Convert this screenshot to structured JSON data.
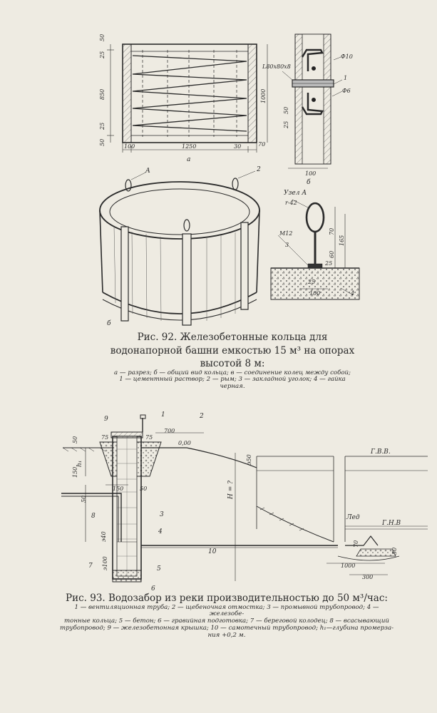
{
  "fig92": {
    "caption_title": "Рис. 92. Железобетонные кольца для водонапорной башни емкостью 15 м³ на опорах высотой 8 м:",
    "legend_lines": [
      "а — разрез; б — общий вид кольца; в — соединение колец между собой;",
      "1 — цементный раствор; 2 — рым; 3 — закладной уголок; 4 — гайка",
      "черная."
    ],
    "labels": {
      "sub_a": "а",
      "sub_b": "б",
      "sub_v": "б",
      "callout_A": "А",
      "callout_2": "2",
      "uzel": "Узел А",
      "angle": "L80x80x8",
      "d10": "Ф10",
      "d6": "Ф6",
      "n1": "1",
      "r42": "r-42",
      "m12": "M12",
      "n3": "3",
      "n4": "4"
    },
    "dims_a": {
      "d50t": "50",
      "d25t": "25",
      "d850": "850",
      "d25b": "25",
      "d50b": "50",
      "d1000": "1000",
      "d100": "100",
      "d1250": "1250",
      "d30": "30",
      "d70": "70"
    },
    "dims_v": {
      "d50": "50",
      "d25": "25",
      "d100": "100"
    },
    "dims_uzel": {
      "d70": "70",
      "d60": "60",
      "d165": "165",
      "d25": "25",
      "d25b": "25",
      "d100": "100"
    }
  },
  "fig93": {
    "caption_title": "Рис. 93. Водозабор из реки производительностью до 50 м³/час:",
    "legend_lines": [
      "1 — вентиляционная труба; 2 — щебеночная отмостка; 3 — промывной трубопровод; 4 — железобе-",
      "тонные кольца; 5 — бетон; 6 — гравийная подготовка; 7 — береговой колодец; 8 — всасывающий",
      "трубопровод; 9 — железобетонная крышка; 10 — самотечный трубопровод; h₁—глубина промерза-",
      "ния +0,2 м."
    ],
    "labels": {
      "n9": "9",
      "n1": "1",
      "n2": "2",
      "n3": "3",
      "n4": "4",
      "n5": "5",
      "n6": "6",
      "n7": "7",
      "n8": "8",
      "n10": "10",
      "zero": "0,00",
      "GVV": "Г.В.В.",
      "GNV": "Г.Н.В",
      "led": "Лед",
      "h1": "h₁",
      "H": "H = ?"
    },
    "dims": {
      "d700": "700",
      "d75a": "75",
      "d75b": "75",
      "d50": "50",
      "d150": "150",
      "d150b": "150",
      "d50b": "50",
      "d50c": "50",
      "e50": "э50",
      "e40": "э40",
      "e100": "э100",
      "d1000": "1000",
      "d300": "300",
      "d70": "70",
      "d50r": "50"
    }
  }
}
